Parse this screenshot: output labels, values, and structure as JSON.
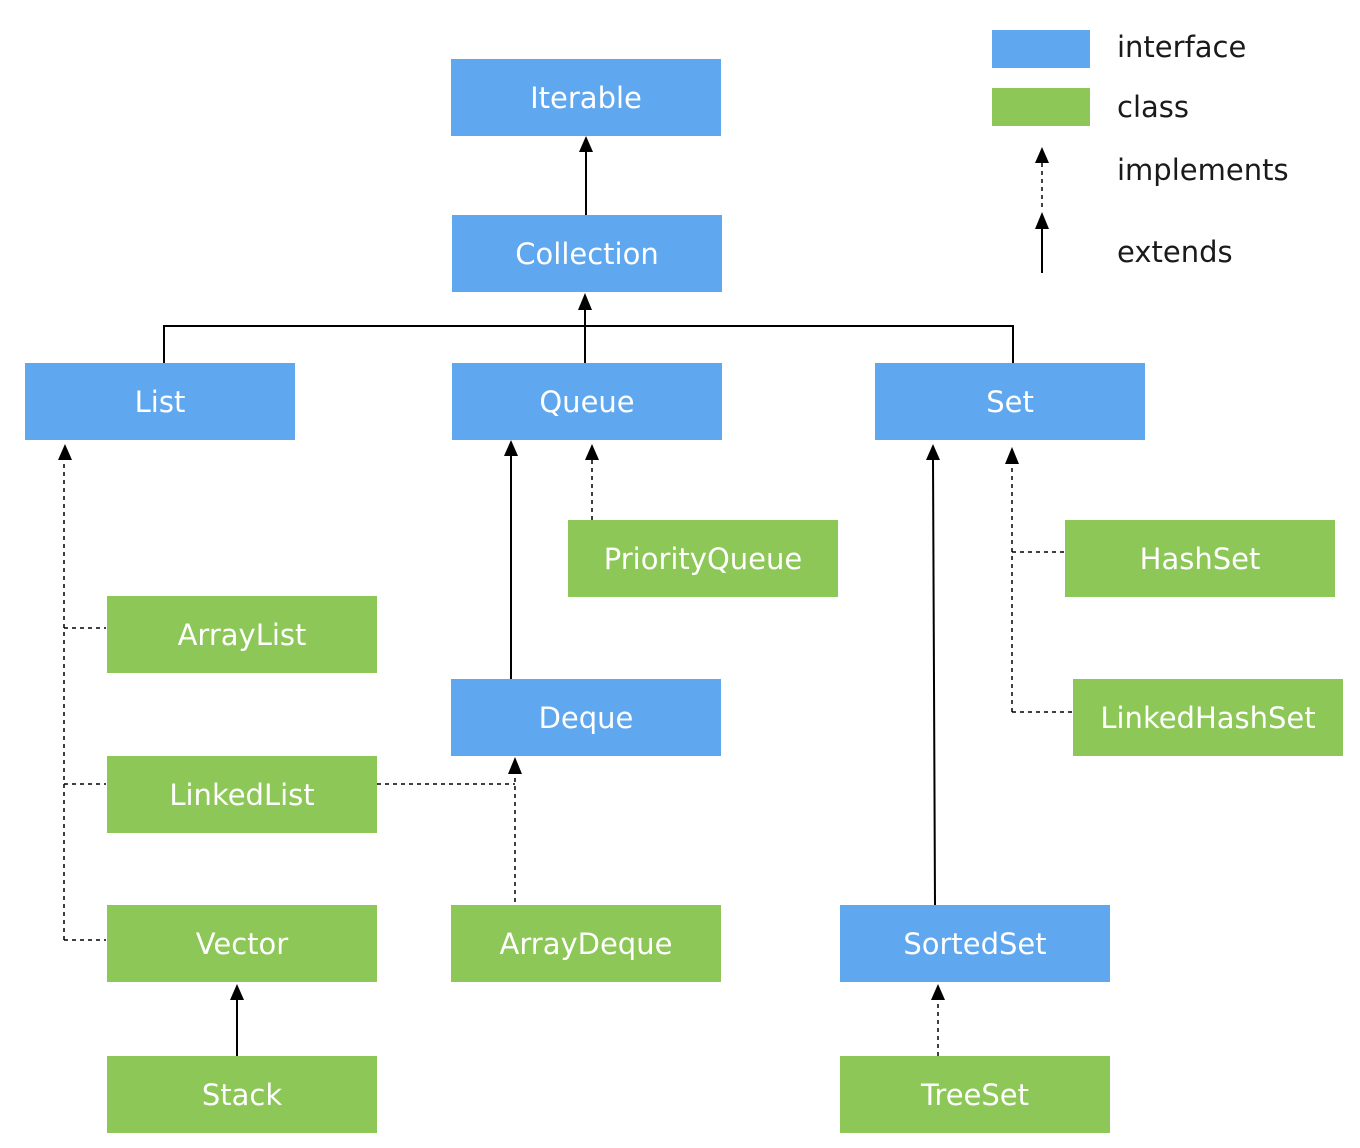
{
  "colors": {
    "interface": "#5fa7ee",
    "class": "#8cc757",
    "line": "#000000",
    "background": "#ffffff"
  },
  "nodes": {
    "iterable": {
      "label": "Iterable",
      "kind": "interface"
    },
    "collection": {
      "label": "Collection",
      "kind": "interface"
    },
    "list": {
      "label": "List",
      "kind": "interface"
    },
    "queue": {
      "label": "Queue",
      "kind": "interface"
    },
    "set": {
      "label": "Set",
      "kind": "interface"
    },
    "priorityqueue": {
      "label": "PriorityQueue",
      "kind": "class"
    },
    "hashset": {
      "label": "HashSet",
      "kind": "class"
    },
    "arraylist": {
      "label": "ArrayList",
      "kind": "class"
    },
    "deque": {
      "label": "Deque",
      "kind": "interface"
    },
    "linkedhashset": {
      "label": "LinkedHashSet",
      "kind": "class"
    },
    "linkedlist": {
      "label": "LinkedList",
      "kind": "class"
    },
    "vector": {
      "label": "Vector",
      "kind": "class"
    },
    "arraydeque": {
      "label": "ArrayDeque",
      "kind": "class"
    },
    "sortedset": {
      "label": "SortedSet",
      "kind": "interface"
    },
    "stack": {
      "label": "Stack",
      "kind": "class"
    },
    "treeset": {
      "label": "TreeSet",
      "kind": "class"
    }
  },
  "edges": [
    {
      "from": "Collection",
      "to": "Iterable",
      "type": "extends"
    },
    {
      "from": "List",
      "to": "Collection",
      "type": "extends"
    },
    {
      "from": "Queue",
      "to": "Collection",
      "type": "extends"
    },
    {
      "from": "Set",
      "to": "Collection",
      "type": "extends"
    },
    {
      "from": "ArrayList",
      "to": "List",
      "type": "implements"
    },
    {
      "from": "LinkedList",
      "to": "List",
      "type": "implements"
    },
    {
      "from": "Vector",
      "to": "List",
      "type": "implements"
    },
    {
      "from": "Stack",
      "to": "Vector",
      "type": "extends"
    },
    {
      "from": "PriorityQueue",
      "to": "Queue",
      "type": "implements"
    },
    {
      "from": "Deque",
      "to": "Queue",
      "type": "extends"
    },
    {
      "from": "LinkedList",
      "to": "Deque",
      "type": "implements"
    },
    {
      "from": "ArrayDeque",
      "to": "Deque",
      "type": "implements"
    },
    {
      "from": "HashSet",
      "to": "Set",
      "type": "implements"
    },
    {
      "from": "LinkedHashSet",
      "to": "Set",
      "type": "implements"
    },
    {
      "from": "SortedSet",
      "to": "Set",
      "type": "extends"
    },
    {
      "from": "TreeSet",
      "to": "SortedSet",
      "type": "implements"
    }
  ],
  "legend": {
    "interface_label": "interface",
    "class_label": "class",
    "implements_label": "implements",
    "extends_label": "extends"
  }
}
